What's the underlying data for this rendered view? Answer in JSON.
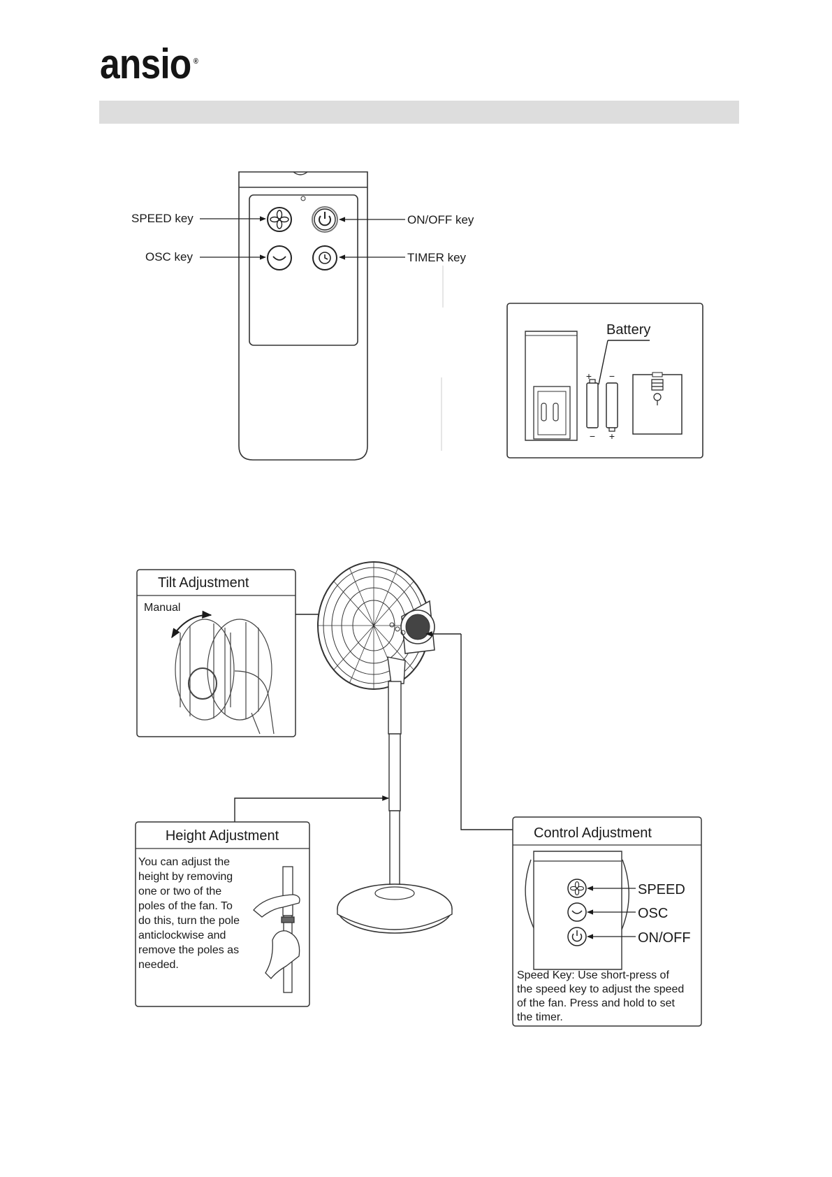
{
  "brand": {
    "logo_text": "ansio",
    "registered_mark": "®"
  },
  "remote": {
    "speed_label": "SPEED key",
    "osc_label": "OSC key",
    "onoff_label": "ON/OFF key",
    "timer_label": "TIMER key"
  },
  "battery": {
    "label": "Battery",
    "plus": "+",
    "minus": "−"
  },
  "tilt": {
    "title": "Tilt Adjustment",
    "mode": "Manual"
  },
  "height": {
    "title": "Height Adjustment",
    "lines": [
      "You can adjust the",
      "height by removing",
      "one or two of the",
      "poles of the fan. To",
      "do this, turn the pole",
      "anticlockwise and",
      "remove the poles as",
      "needed."
    ]
  },
  "control": {
    "title": "Control Adjustment",
    "speed": "SPEED",
    "osc": "OSC",
    "onoff": "ON/OFF",
    "note_lines": [
      "Speed Key: Use short-press of",
      "the speed key to adjust the speed",
      "of the fan. Press and hold to set",
      "the timer."
    ]
  }
}
